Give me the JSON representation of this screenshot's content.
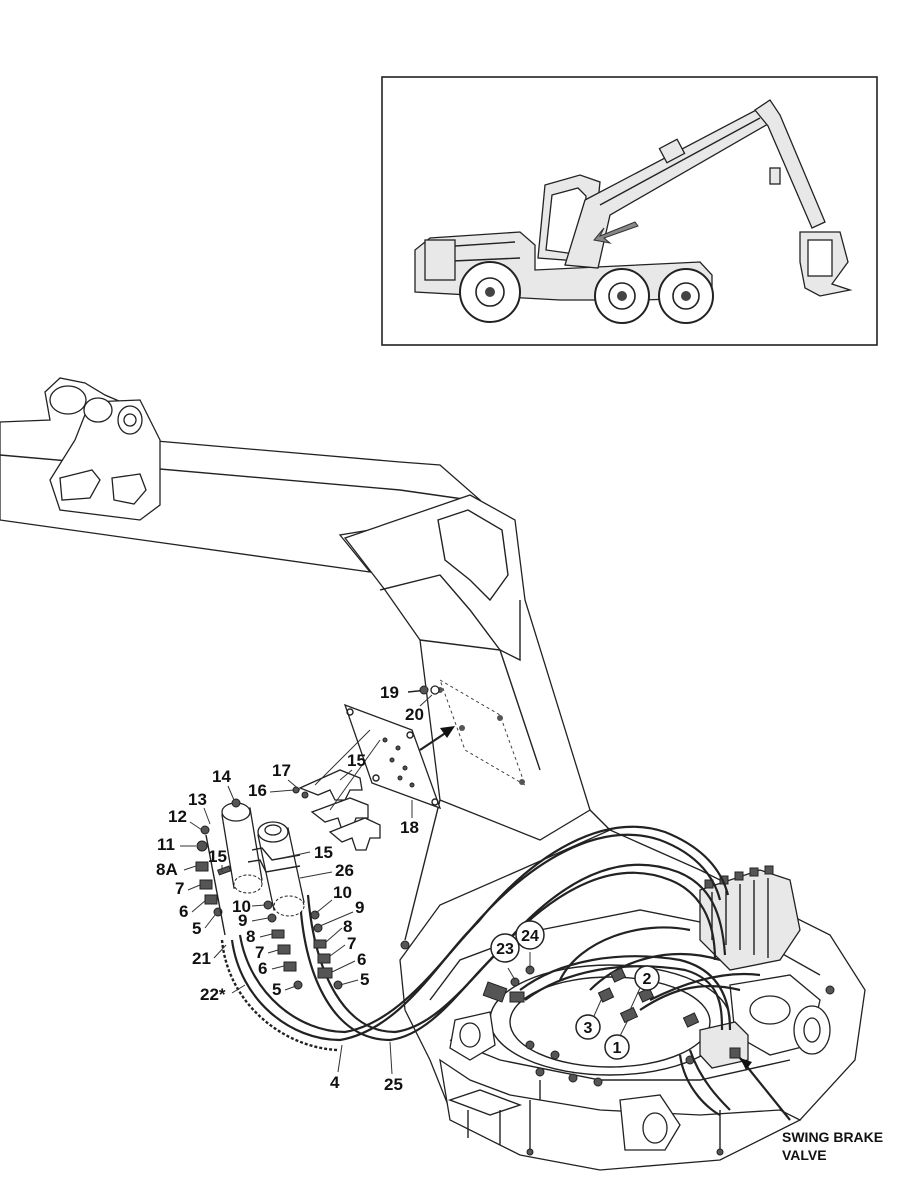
{
  "labels": {
    "l14": "14",
    "l13": "13",
    "l12": "12",
    "l11": "11",
    "l8A": "8A",
    "l7a": "7",
    "l6a": "6",
    "l5a": "5",
    "l21": "21",
    "l22": "22*",
    "l15a": "15",
    "l16": "16",
    "l17": "17",
    "l15b": "15",
    "l15c": "15",
    "l18": "18",
    "l19": "19",
    "l20": "20",
    "l26": "26",
    "l10a": "10",
    "l9a": "9",
    "l8a": "8",
    "l7b": "7",
    "l6b": "6",
    "l5b": "5",
    "l10b": "10",
    "l9b": "9",
    "l8b": "8",
    "l7c": "7",
    "l6c": "6",
    "l5c": "5",
    "l4": "4",
    "l25": "25"
  },
  "callouts": {
    "c1": "1",
    "c2": "2",
    "c3": "3",
    "c23": "23",
    "c24": "24"
  },
  "swing_brake_valve": {
    "line1": "SWING BRAKE",
    "line2": "VALVE"
  }
}
